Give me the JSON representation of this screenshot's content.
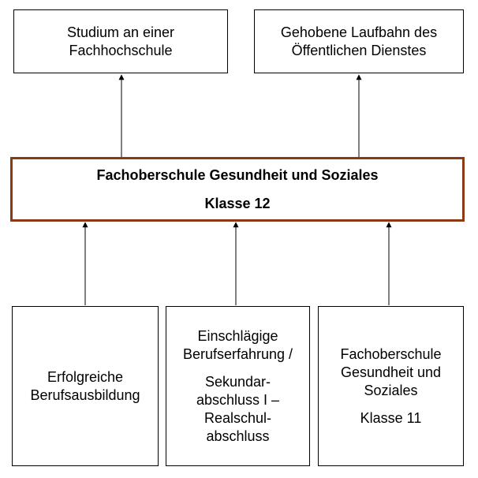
{
  "diagram": {
    "targets": [
      {
        "lines": [
          "Studium an einer",
          "Fachhochschule"
        ]
      },
      {
        "lines": [
          "Gehobene Laufbahn des",
          "Öffentlichen Dienstes"
        ]
      }
    ],
    "center": {
      "lines": [
        "Fachoberschule Gesundheit und Soziales",
        "Klasse 12"
      ],
      "border_color": "#8b3a14"
    },
    "sources": [
      {
        "lines": [
          "Erfolgreiche",
          "Berufsausbildung"
        ]
      },
      {
        "lines": [
          "Einschlägige",
          "Berufserfahrung /",
          "Sekundar-",
          "abschluss I –",
          "Realschul-",
          "abschluss"
        ]
      },
      {
        "lines": [
          "Fachoberschule",
          "Gesundheit und",
          "Soziales",
          "Klasse 11"
        ]
      }
    ]
  }
}
